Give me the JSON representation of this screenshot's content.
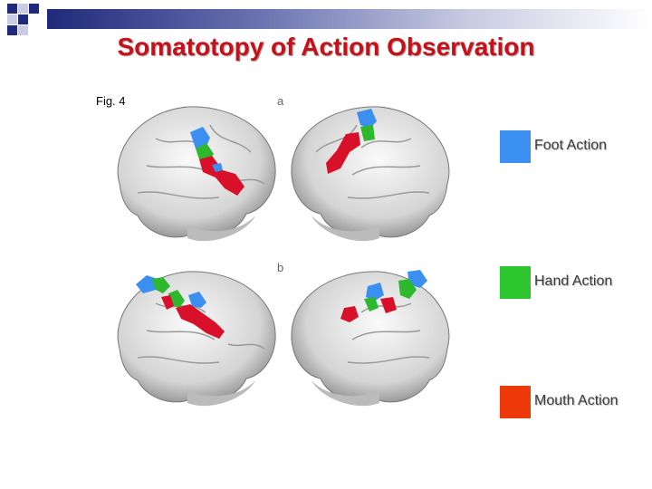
{
  "slide": {
    "title": "Somatotopy of Action Observation"
  },
  "figure": {
    "label": "Fig. 4",
    "panel_a": "a",
    "panel_b": "b"
  },
  "legend": [
    {
      "label": "Foot Action",
      "color": "#3a8ff0"
    },
    {
      "label": "Hand Action",
      "color": "#2dc52d"
    },
    {
      "label": "Mouth Action",
      "color": "#ee3a0a"
    }
  ],
  "colors": {
    "title": "#c8101a",
    "header_bar": "#1f2a7a",
    "activation_red": "#d8102a",
    "activation_green": "#2db82d",
    "activation_blue": "#3a8ff0"
  }
}
